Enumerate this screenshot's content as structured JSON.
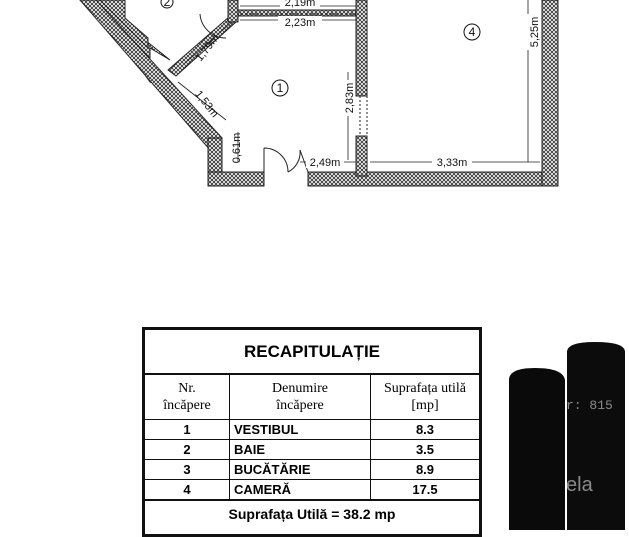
{
  "floor_plan": {
    "rooms": [
      {
        "number": "1"
      },
      {
        "number": "2"
      },
      {
        "number": "4"
      }
    ],
    "dimensions": {
      "d219": "2,19m",
      "d223": "2,23m",
      "d525": "5,25m",
      "d179": "1,79m",
      "d283": "2,83m",
      "d153": "1,53m",
      "d061": "0,61m",
      "d249": "2,49m",
      "d333": "3,33m"
    }
  },
  "summary": {
    "title": "RECAPITULAȚIE",
    "headers": {
      "nr_line1": "Nr.",
      "nr_line2": "încăpere",
      "name_line1": "Denumire",
      "name_line2": "încăpere",
      "area_line1": "Suprafața utilă",
      "area_line2": "[mp]"
    },
    "rows": [
      {
        "nr": "1",
        "name": "VESTIBUL",
        "area": "8.3"
      },
      {
        "nr": "2",
        "name": "BAIE",
        "area": "3.5"
      },
      {
        "nr": "3",
        "name": "BUCĂTĂRIE",
        "area": "8.9"
      },
      {
        "nr": "4",
        "name": "CAMERĂ",
        "area": "17.5"
      }
    ],
    "total": "Suprafața Utilă = 38.2 mp"
  },
  "photo_overlay": {
    "text1": "r: 815",
    "text2": "ela"
  }
}
